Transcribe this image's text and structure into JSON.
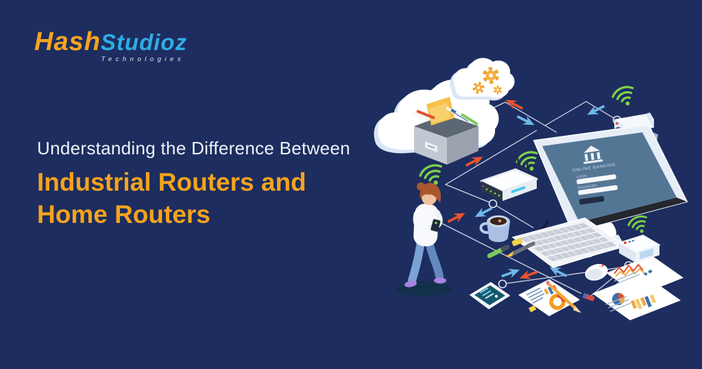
{
  "background_color": "#1d2d5f",
  "logo": {
    "part1": "Hash",
    "part2": "Studioz",
    "tagline": "Technologies",
    "part1_color": "#f7a41f",
    "part2_color": "#31ace4",
    "tagline_color": "#e4eaf2"
  },
  "headline": {
    "line1": "Understanding the Difference Between",
    "line2": "Industrial Routers and",
    "line3": "Home Routers",
    "line1_color": "#eef2f8",
    "accent_color": "#f5a31d"
  },
  "illustration": {
    "monitor_screen": {
      "title": "ONLINE BANKING",
      "login_label": "LOGIN",
      "password_label": "PASSWORD"
    },
    "elements": [
      "cloud-gears-icon",
      "cloud-storage-icon",
      "archive-folders-box",
      "wifi-icon-x5",
      "industrial-router-icon",
      "security-camera-icon",
      "monitor-online-banking",
      "keyboard-icon",
      "mouse-icon",
      "coffee-cup-icon",
      "woman-with-phone",
      "smartphone-icon",
      "report-document-pie-chart",
      "report-documents-bar-charts",
      "modem-icon",
      "pencil-icon",
      "highlighter-icon",
      "network-lines",
      "transfer-arrows"
    ],
    "colors": {
      "wifi_green": "#7dd348",
      "arrow_red": "#e85330",
      "arrow_blue": "#6fb9e8",
      "network_line": "#cfd7e5",
      "cloud_white": "#ffffff",
      "cloud_shade": "#d9e6f7",
      "screen_slate": "#547695",
      "gear_orange": "#f0a32c"
    }
  }
}
